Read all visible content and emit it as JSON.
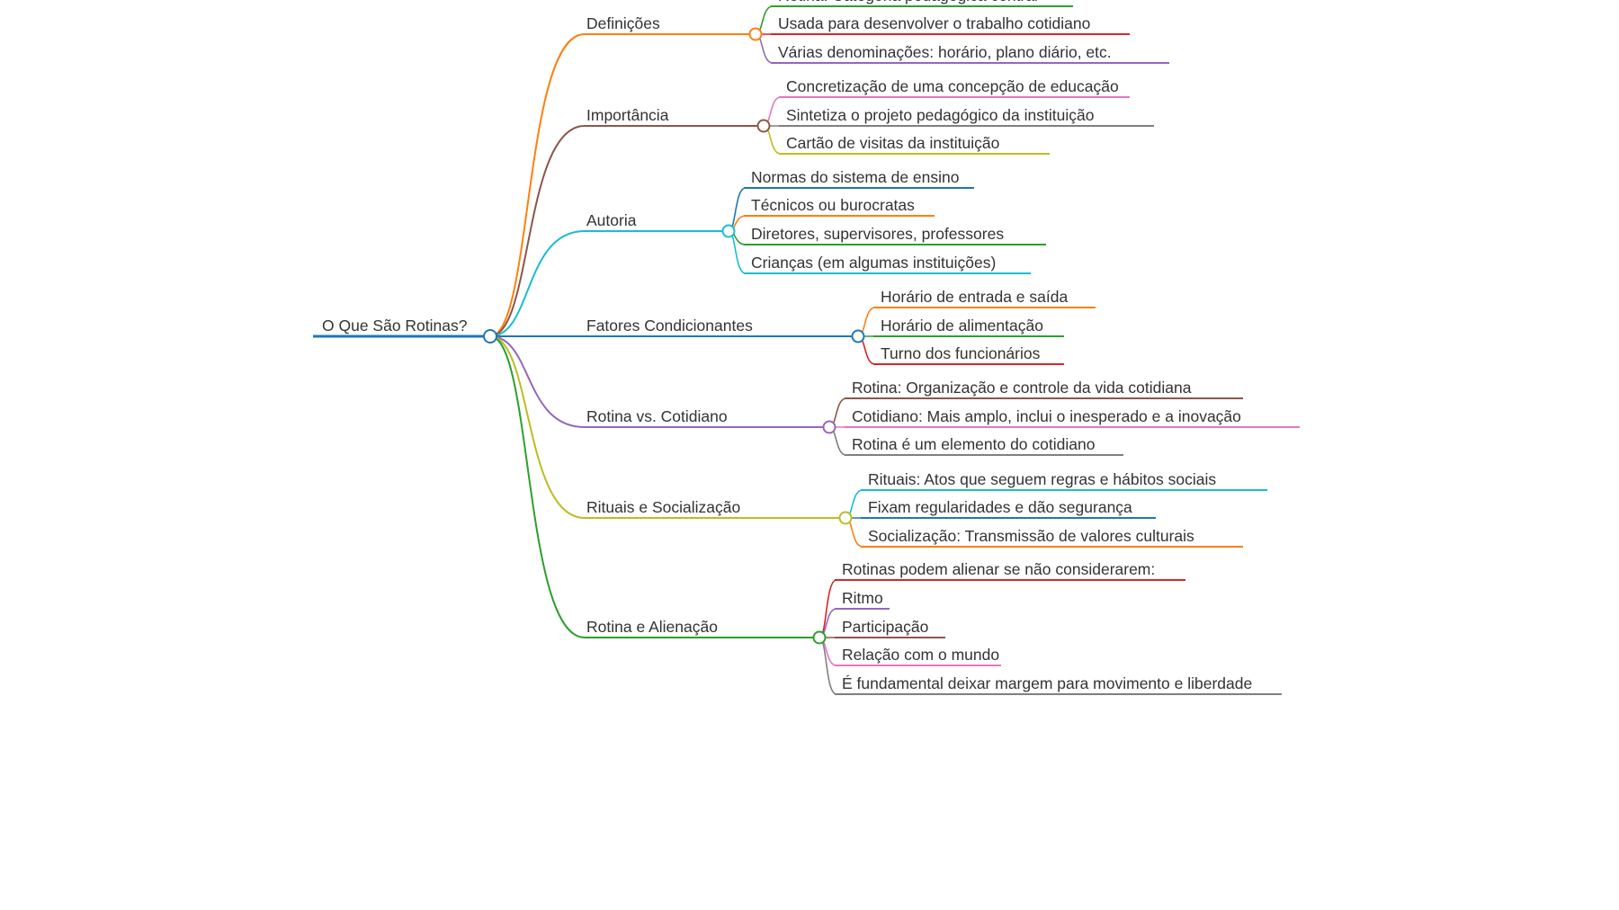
{
  "root": {
    "label": "O Que São Rotinas?",
    "color": "#1f77b4"
  },
  "branches": [
    {
      "label": "Definições",
      "color": "#ff7f0e",
      "children": [
        {
          "label": "Rotina: Categoria pedagógica central",
          "color": "#2ca02c"
        },
        {
          "label": "Usada para desenvolver o trabalho cotidiano",
          "color": "#d62728"
        },
        {
          "label": "Várias denominações: horário, plano diário, etc.",
          "color": "#9467bd"
        }
      ]
    },
    {
      "label": "Importância",
      "color": "#8c564b",
      "children": [
        {
          "label": "Concretização de uma concepção de educação",
          "color": "#e377c2"
        },
        {
          "label": "Sintetiza o projeto pedagógico da instituição",
          "color": "#7f7f7f"
        },
        {
          "label": "Cartão de visitas da instituição",
          "color": "#bcbd22"
        }
      ]
    },
    {
      "label": "Autoria",
      "color": "#17becf",
      "children": [
        {
          "label": "Normas do sistema de ensino",
          "color": "#1f77b4"
        },
        {
          "label": "Técnicos ou burocratas",
          "color": "#ff7f0e"
        },
        {
          "label": "Diretores, supervisores, professores",
          "color": "#2ca02c"
        },
        {
          "label": "Crianças (em algumas instituições)",
          "color": "#17becf"
        }
      ]
    },
    {
      "label": "Fatores Condicionantes",
      "color": "#1f77b4",
      "children": [
        {
          "label": "Horário de entrada e saída",
          "color": "#ff7f0e"
        },
        {
          "label": "Horário de alimentação",
          "color": "#2ca02c"
        },
        {
          "label": "Turno dos funcionários",
          "color": "#d62728"
        }
      ]
    },
    {
      "label": "Rotina vs. Cotidiano",
      "color": "#9467bd",
      "children": [
        {
          "label": "Rotina: Organização e controle da vida cotidiana",
          "color": "#8c564b"
        },
        {
          "label": "Cotidiano: Mais amplo, inclui o inesperado e a inovação",
          "color": "#e377c2"
        },
        {
          "label": "Rotina é um elemento do cotidiano",
          "color": "#7f7f7f"
        }
      ]
    },
    {
      "label": "Rituais e Socialização",
      "color": "#bcbd22",
      "children": [
        {
          "label": "Rituais: Atos que seguem regras e hábitos sociais",
          "color": "#17becf"
        },
        {
          "label": "Fixam regularidades e dão segurança",
          "color": "#1f77b4"
        },
        {
          "label": "Socialização: Transmissão de valores culturais",
          "color": "#ff7f0e"
        }
      ]
    },
    {
      "label": "Rotina e Alienação",
      "color": "#2ca02c",
      "children": [
        {
          "label": "Rotinas podem alienar se não considerarem:",
          "color": "#d62728"
        },
        {
          "label": "Ritmo",
          "color": "#9467bd"
        },
        {
          "label": "Participação",
          "color": "#8c564b"
        },
        {
          "label": "Relação com o mundo",
          "color": "#e377c2"
        },
        {
          "label": "É fundamental deixar margem para movimento e liberdade",
          "color": "#7f7f7f"
        }
      ]
    }
  ]
}
